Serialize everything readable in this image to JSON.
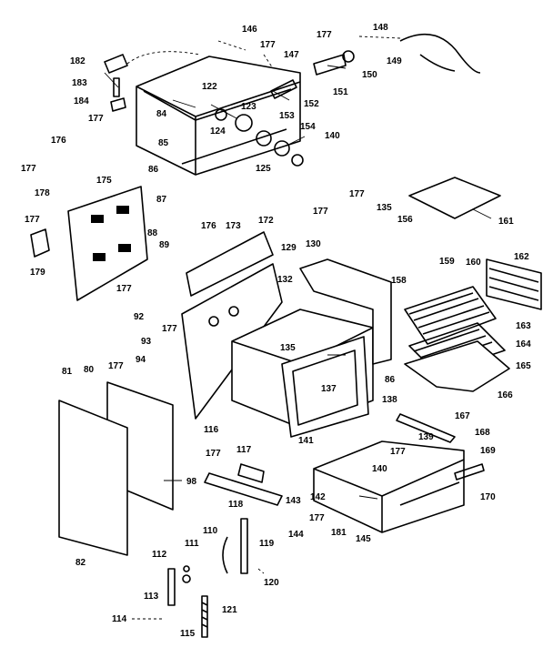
{
  "diagram": {
    "callouts": [
      {
        "id": "146",
        "text": "146"
      },
      {
        "id": "177a",
        "text": "177"
      },
      {
        "id": "177b",
        "text": "177"
      },
      {
        "id": "148",
        "text": "148"
      },
      {
        "id": "182",
        "text": "182"
      },
      {
        "id": "147",
        "text": "147"
      },
      {
        "id": "149",
        "text": "149"
      },
      {
        "id": "150",
        "text": "150"
      },
      {
        "id": "183",
        "text": "183"
      },
      {
        "id": "122",
        "text": "122"
      },
      {
        "id": "151",
        "text": "151"
      },
      {
        "id": "184",
        "text": "184"
      },
      {
        "id": "84",
        "text": "84"
      },
      {
        "id": "123",
        "text": "123"
      },
      {
        "id": "152",
        "text": "152"
      },
      {
        "id": "177c",
        "text": "177"
      },
      {
        "id": "153",
        "text": "153"
      },
      {
        "id": "124",
        "text": "124"
      },
      {
        "id": "154",
        "text": "154"
      },
      {
        "id": "85",
        "text": "85"
      },
      {
        "id": "140a",
        "text": "140"
      },
      {
        "id": "176a",
        "text": "176"
      },
      {
        "id": "125",
        "text": "125"
      },
      {
        "id": "86a",
        "text": "86"
      },
      {
        "id": "177d",
        "text": "177"
      },
      {
        "id": "175",
        "text": "175"
      },
      {
        "id": "178",
        "text": "178"
      },
      {
        "id": "87",
        "text": "87"
      },
      {
        "id": "177e",
        "text": "177"
      },
      {
        "id": "135a",
        "text": "135"
      },
      {
        "id": "156",
        "text": "156"
      },
      {
        "id": "161",
        "text": "161"
      },
      {
        "id": "177f",
        "text": "177"
      },
      {
        "id": "176b",
        "text": "176"
      },
      {
        "id": "173",
        "text": "173"
      },
      {
        "id": "172",
        "text": "172"
      },
      {
        "id": "177g",
        "text": "177"
      },
      {
        "id": "88",
        "text": "88"
      },
      {
        "id": "130",
        "text": "130"
      },
      {
        "id": "129",
        "text": "129"
      },
      {
        "id": "179",
        "text": "179"
      },
      {
        "id": "89",
        "text": "89"
      },
      {
        "id": "159",
        "text": "159"
      },
      {
        "id": "160",
        "text": "160"
      },
      {
        "id": "162",
        "text": "162"
      },
      {
        "id": "132",
        "text": "132"
      },
      {
        "id": "158",
        "text": "158"
      },
      {
        "id": "177h",
        "text": "177"
      },
      {
        "id": "92",
        "text": "92"
      },
      {
        "id": "177i",
        "text": "177"
      },
      {
        "id": "163",
        "text": "163"
      },
      {
        "id": "93",
        "text": "93"
      },
      {
        "id": "135b",
        "text": "135"
      },
      {
        "id": "164",
        "text": "164"
      },
      {
        "id": "165",
        "text": "165"
      },
      {
        "id": "94",
        "text": "94"
      },
      {
        "id": "177j",
        "text": "177"
      },
      {
        "id": "86b",
        "text": "86"
      },
      {
        "id": "137",
        "text": "137"
      },
      {
        "id": "81",
        "text": "81"
      },
      {
        "id": "80",
        "text": "80"
      },
      {
        "id": "166",
        "text": "166"
      },
      {
        "id": "138",
        "text": "138"
      },
      {
        "id": "167",
        "text": "167"
      },
      {
        "id": "116",
        "text": "116"
      },
      {
        "id": "141",
        "text": "141"
      },
      {
        "id": "139",
        "text": "139"
      },
      {
        "id": "168",
        "text": "168"
      },
      {
        "id": "177k",
        "text": "177"
      },
      {
        "id": "117",
        "text": "117"
      },
      {
        "id": "177l",
        "text": "177"
      },
      {
        "id": "169",
        "text": "169"
      },
      {
        "id": "98",
        "text": "98"
      },
      {
        "id": "140b",
        "text": "140"
      },
      {
        "id": "143",
        "text": "143"
      },
      {
        "id": "142",
        "text": "142"
      },
      {
        "id": "170",
        "text": "170"
      },
      {
        "id": "118",
        "text": "118"
      },
      {
        "id": "177m",
        "text": "177"
      },
      {
        "id": "181",
        "text": "181"
      },
      {
        "id": "145",
        "text": "145"
      },
      {
        "id": "144",
        "text": "144"
      },
      {
        "id": "110",
        "text": "110"
      },
      {
        "id": "111",
        "text": "111"
      },
      {
        "id": "119",
        "text": "119"
      },
      {
        "id": "82",
        "text": "82"
      },
      {
        "id": "112",
        "text": "112"
      },
      {
        "id": "120",
        "text": "120"
      },
      {
        "id": "113",
        "text": "113"
      },
      {
        "id": "121",
        "text": "121"
      },
      {
        "id": "114",
        "text": "114"
      },
      {
        "id": "115",
        "text": "115"
      }
    ]
  }
}
